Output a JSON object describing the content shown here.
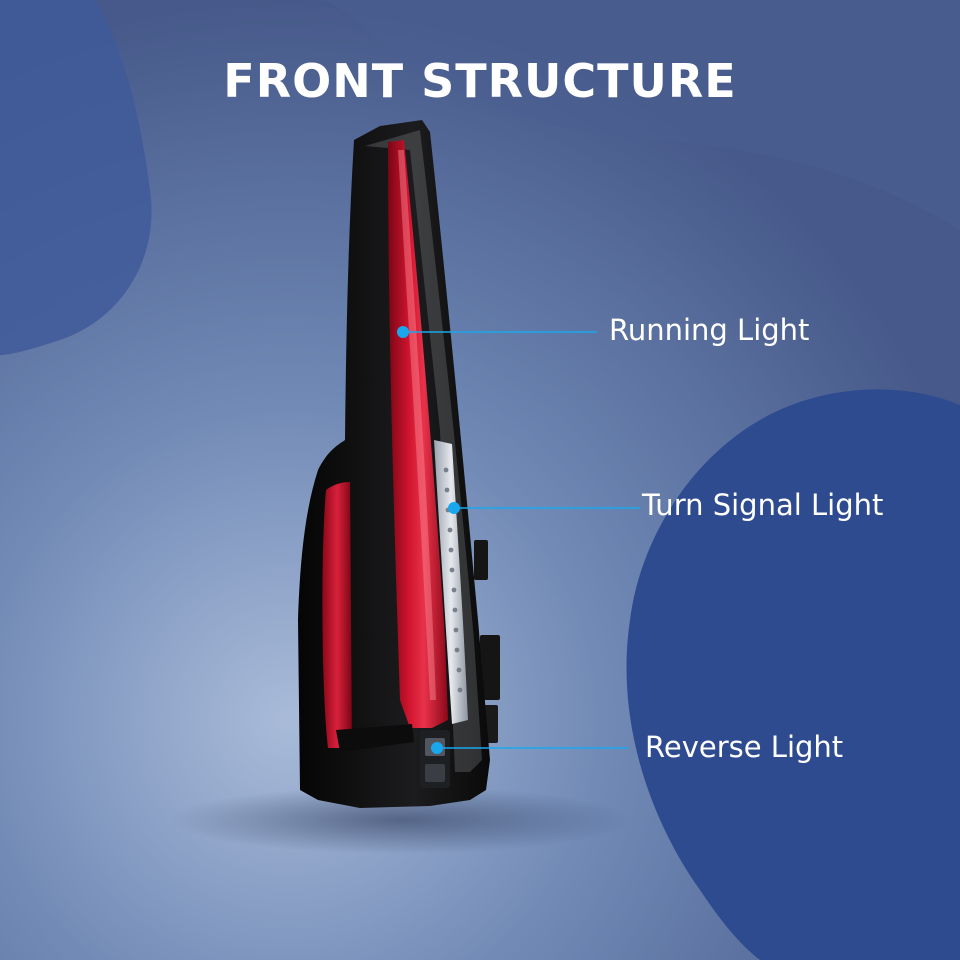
{
  "title": "FRONT STRUCTURE",
  "callouts": [
    {
      "label": "Running Light",
      "icon": "callout-dot-icon"
    },
    {
      "label": "Turn Signal Light",
      "icon": "callout-dot-icon"
    },
    {
      "label": "Reverse Light",
      "icon": "callout-dot-icon"
    }
  ],
  "colors": {
    "background": "#4e6590",
    "blob_dark": "#2f4b8f",
    "blob_light": "#8fa7cf",
    "accent": "#1aa7ee",
    "lens_red": "#c8102e",
    "housing": "#111111",
    "text": "#ffffff"
  }
}
